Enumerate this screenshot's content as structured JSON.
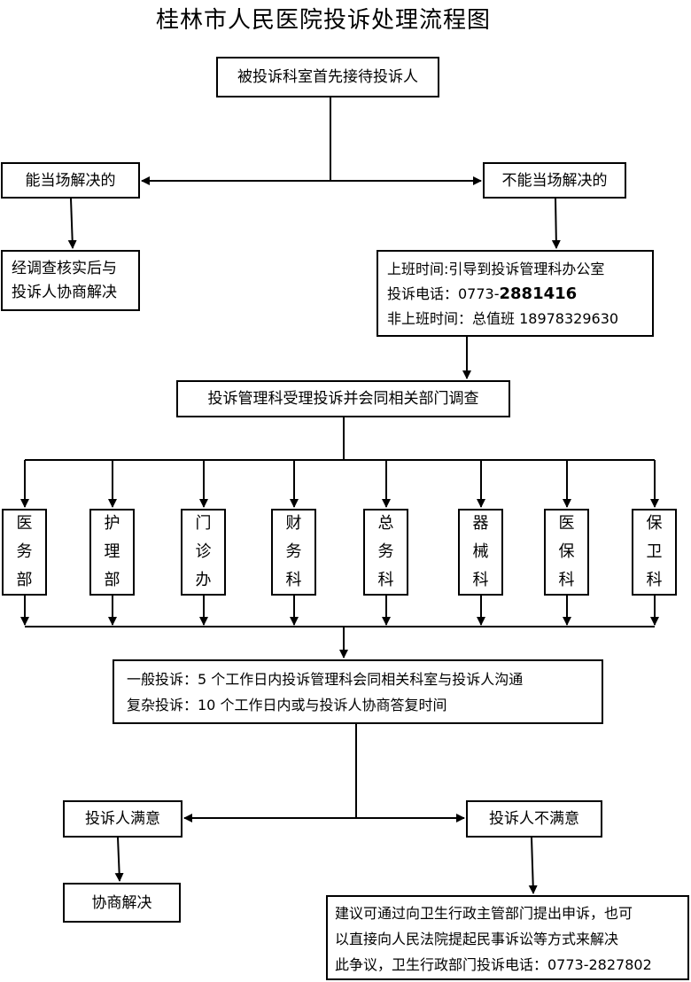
{
  "title": "桂林市人民医院投诉处理流程图",
  "nodes": {
    "reception": "被投诉科室首先接待投诉人",
    "can_solve": "能当场解决的",
    "cannot_solve": "不能当场解决的",
    "negotiate_after_check": [
      "经调查核实后与",
      "投诉人协商解决"
    ],
    "guide": {
      "work_hours": "上班时间:引导到投诉管理科办公室",
      "phone_label": "投诉电话：0773-",
      "phone_number": "2881416",
      "off_hours": "非上班时间：总值班 18978329630"
    },
    "accept": "投诉管理科受理投诉并会同相关部门调查",
    "departments": [
      [
        "医",
        "务",
        "部"
      ],
      [
        "护",
        "理",
        "部"
      ],
      [
        "门",
        "诊",
        "办"
      ],
      [
        "财",
        "务",
        "科"
      ],
      [
        "总",
        "务",
        "科"
      ],
      [
        "器",
        "械",
        "科"
      ],
      [
        "医",
        "保",
        "科"
      ],
      [
        "保",
        "卫",
        "科"
      ]
    ],
    "timeline": {
      "general": "一般投诉：5 个工作日内投诉管理科会同相关科室与投诉人沟通",
      "complex": "复杂投诉：10 个工作日内或与投诉人协商答复时间"
    },
    "satisfied": "投诉人满意",
    "unsatisfied": "投诉人不满意",
    "resolved": "协商解决",
    "suggestion": [
      "建议可通过向卫生行政主管部门提出申诉，也可",
      "以直接向人民法院提起民事诉讼等方式来解决",
      "此争议，卫生行政部门投诉电话：0773-2827802"
    ]
  }
}
